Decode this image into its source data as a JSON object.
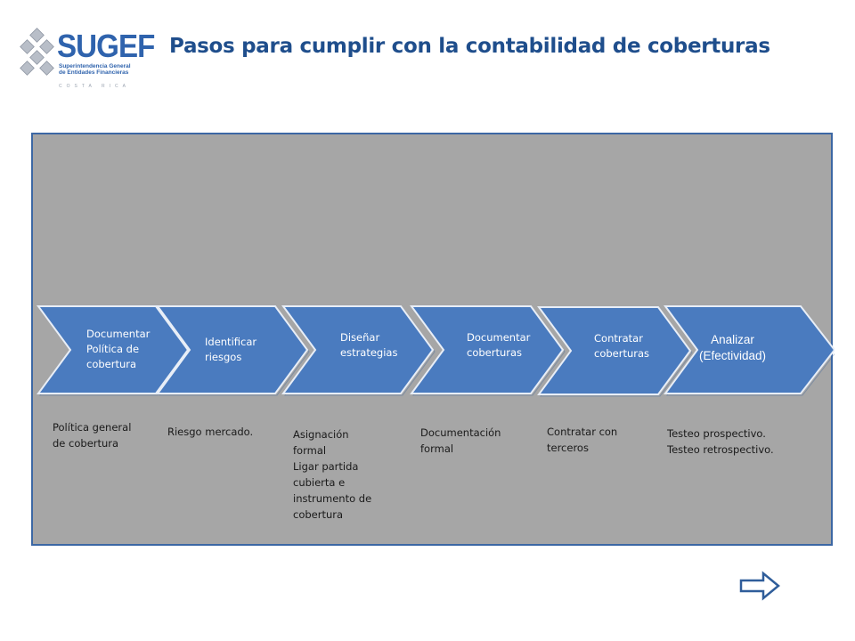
{
  "logo": {
    "name": "SUGEF",
    "subtitle": "Superintendencia General\nde Entidades Financieras",
    "country": "COSTA RICA"
  },
  "title": "Pasos para cumplir con la contabilidad de coberturas",
  "steps": [
    {
      "label": "Documentar\nPolítica de\ncobertura",
      "description": "Política general\nde cobertura"
    },
    {
      "label": "Identificar\nriesgos",
      "description": "Riesgo mercado."
    },
    {
      "label": "Diseñar\nestrategias",
      "description": "Asignación\nformal\nLigar partida\ncubierta e\ninstrumento de\ncobertura"
    },
    {
      "label": "Documentar\ncoberturas",
      "description": "Documentación\nformal"
    },
    {
      "label": "Contratar\ncoberturas",
      "description": "Contratar con\nterceros"
    },
    {
      "label": "Analizar\n(Efectividad)",
      "description": "Testeo prospectivo.\nTesteo retrospectivo."
    }
  ],
  "colors": {
    "chevron_fill": "#4a7bbf",
    "chevron_stroke": "#2f5d9a",
    "panel_bg": "#a6a6a6",
    "title": "#1f4e8c",
    "brand": "#2f63ad"
  },
  "icons": {
    "next": "right-arrow-icon",
    "logo": "diamond-logo-icon"
  }
}
